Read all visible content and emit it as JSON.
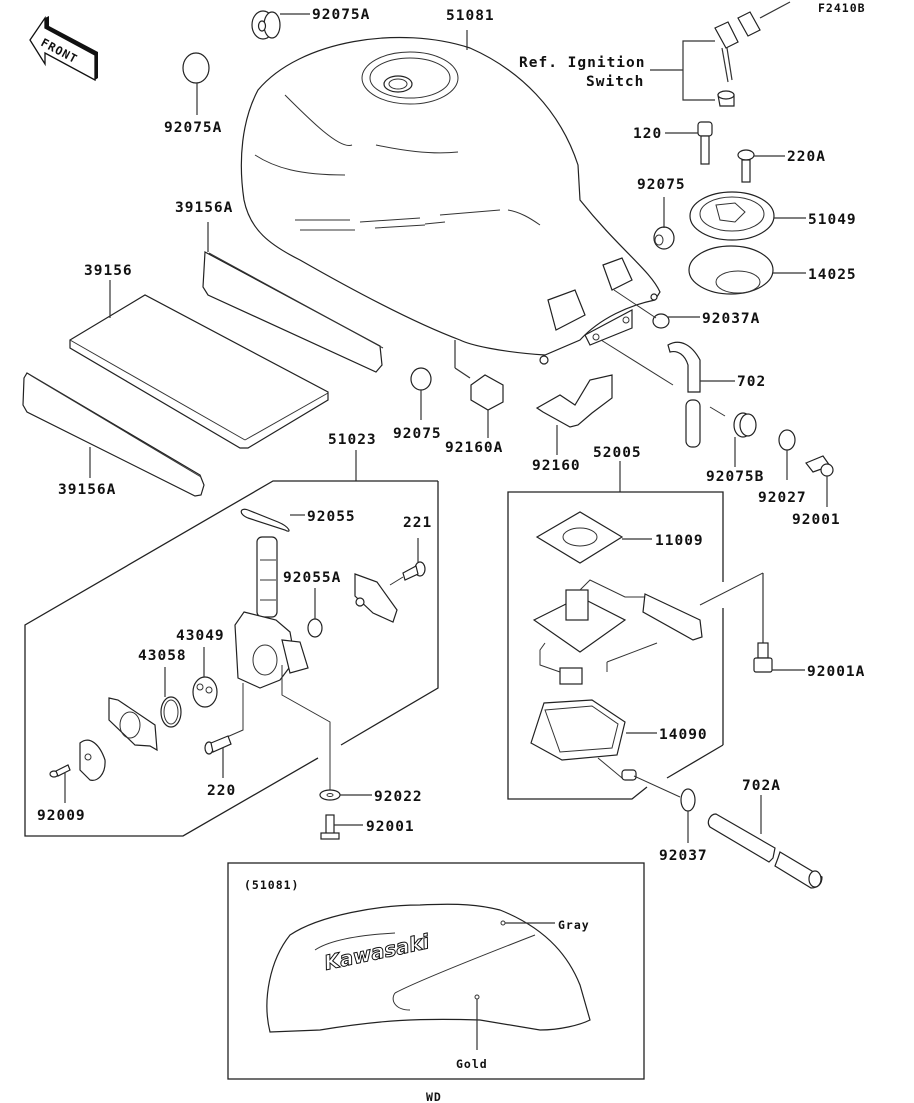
{
  "diagram": {
    "figure_code": "F2410B",
    "front_indicator": "FRONT",
    "variant_code": "WD",
    "parts": {
      "p92075A_top": "92075A",
      "p92075A_left": "92075A",
      "p51081": "51081",
      "ref_ignition_line1": "Ref. Ignition",
      "ref_ignition_line2": "Switch",
      "p120": "120",
      "p220A": "220A",
      "p92075_right": "92075",
      "p51049": "51049",
      "p14025": "14025",
      "p92037A": "92037A",
      "p39156A_top": "39156A",
      "p39156": "39156",
      "p39156A_bottom": "39156A",
      "p702": "702",
      "p92075_mid": "92075",
      "p92160A": "92160A",
      "p92160": "92160",
      "p52005": "52005",
      "p92075B": "92075B",
      "p92027": "92027",
      "p92001_right": "92001",
      "p51023": "51023",
      "p92055": "92055",
      "p221": "221",
      "p92055A": "92055A",
      "p43049": "43049",
      "p43058": "43058",
      "p220": "220",
      "p92009": "92009",
      "p92022": "92022",
      "p92001_bottom": "92001",
      "p11009": "11009",
      "p92001A": "92001A",
      "p14090": "14090",
      "p92037": "92037",
      "p702A": "702A"
    },
    "inset": {
      "ref_label": "(51081)",
      "brand_text": "Kawasaki",
      "color_upper": "Gray",
      "color_lower": "Gold"
    }
  }
}
